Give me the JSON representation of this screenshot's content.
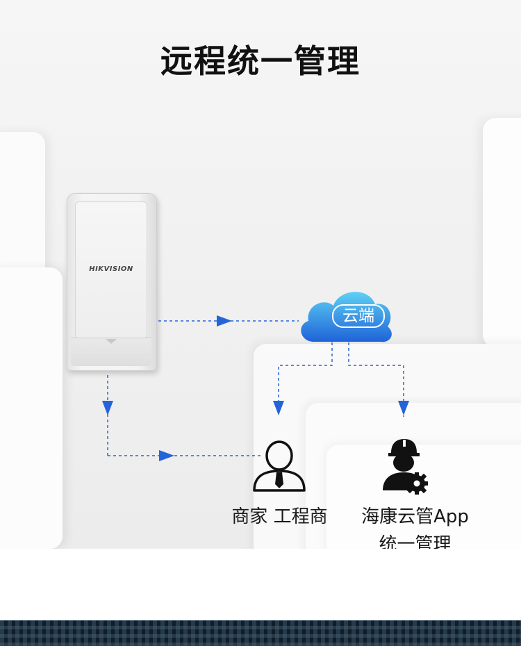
{
  "title": "远程统一管理",
  "device": {
    "brand": "HIKVISION"
  },
  "cloud": {
    "label": "云端"
  },
  "nodes": {
    "merchant": {
      "label": "商家 工程商"
    },
    "app": {
      "label_line1": "海康云管App",
      "label_line2": "统一管理"
    }
  },
  "colors": {
    "accent": "#2563d9",
    "cloud_light": "#5fd0f4",
    "cloud_dark": "#1e63d8",
    "text": "#111111",
    "footer": "#0f1e2a"
  },
  "icons": [
    "merchant-person-icon",
    "engineer-gear-icon",
    "cloud-icon",
    "arrow-icon"
  ]
}
